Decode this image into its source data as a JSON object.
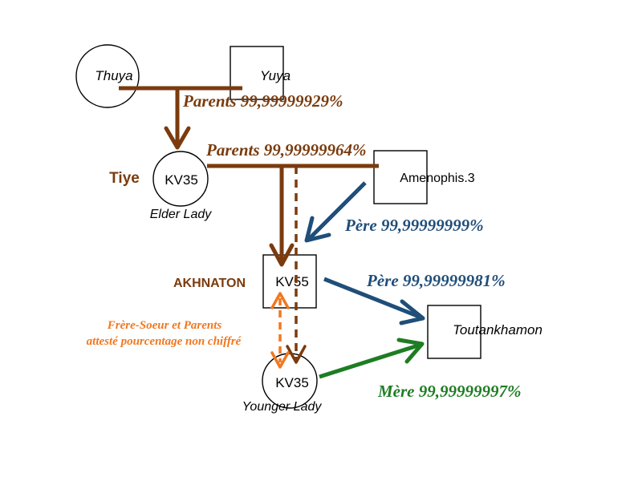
{
  "colors": {
    "brown": "#7a3b0e",
    "blue": "#1f4e79",
    "green": "#1e7d22",
    "orange": "#f07820",
    "black": "#000000"
  },
  "nodes": {
    "thuya": {
      "label": "Thuya",
      "shape": "circle"
    },
    "yuya": {
      "label": "Yuya",
      "shape": "square"
    },
    "tiye": {
      "label": "KV35",
      "shape": "circle",
      "name": "Tiye",
      "caption": "Elder Lady"
    },
    "amenophis": {
      "label": "Amenophis.3",
      "shape": "square"
    },
    "akhnaton": {
      "label": "KV55",
      "shape": "square",
      "name": "AKHNATON"
    },
    "younger": {
      "label": "KV35",
      "shape": "circle",
      "caption": "Younger Lady"
    },
    "toutankhamon": {
      "label": "Toutankhamon",
      "shape": "square"
    }
  },
  "relations": {
    "parents_1": "Parents 99,99999929%",
    "parents_2": "Parents 99,99999964%",
    "pere_1": "Père 99,99999999%",
    "pere_2": "Père 99,99999981%",
    "mere": "Mère 99,99999997%",
    "frere_soeur_line1": "Frère-Soeur et Parents",
    "frere_soeur_line2": "attesté pourcentage non chiffré"
  }
}
